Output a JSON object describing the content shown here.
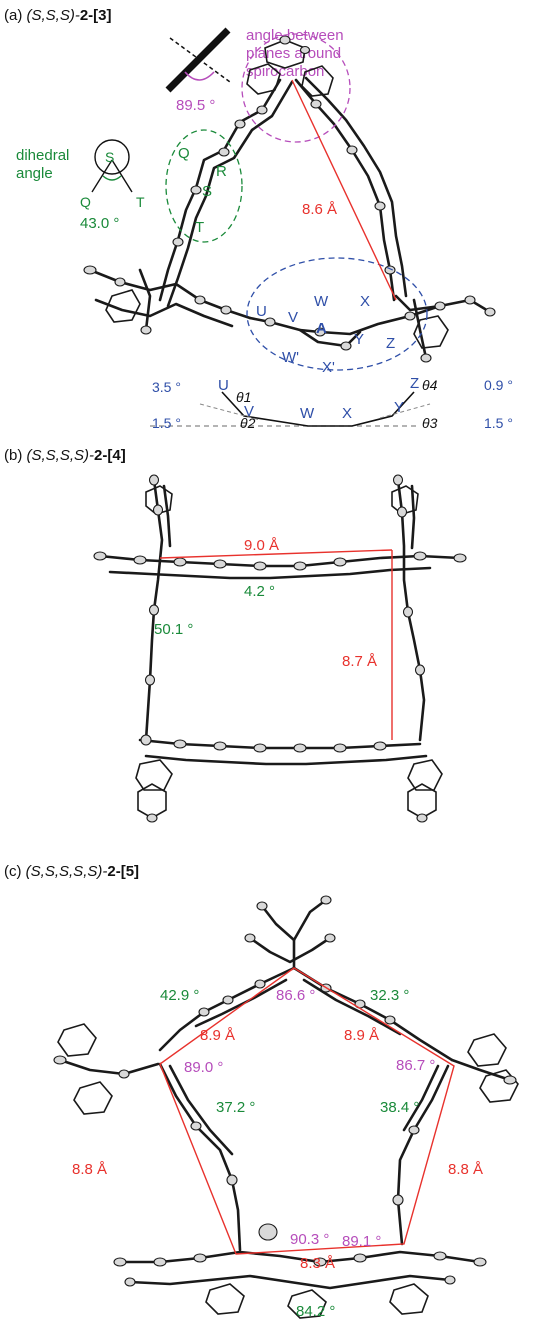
{
  "colors": {
    "red": "#e8322d",
    "green": "#1a8a3a",
    "purple": "#b64dbb",
    "blue": "#2f4fa8",
    "black": "#111111",
    "grey": "#888888"
  },
  "panels": {
    "a": {
      "letter": "(a) ",
      "config": "(S,S,S)-",
      "compound": "2-[3]",
      "spiro_caption": [
        "angle between",
        "planes around",
        "spirocarbon"
      ],
      "spiro_angle": "89.5 °",
      "dihedral_caption": [
        "dihedral",
        "angle"
      ],
      "dihedral_angle": "43.0 °",
      "distance": "8.6 Å",
      "atom_labels": {
        "S_inset": "S",
        "Q_inset": "Q",
        "T_inset": "T",
        "Q": "Q",
        "R": "R",
        "S": "S",
        "T": "T",
        "U": "U",
        "V": "V",
        "W": "W",
        "X": "X",
        "A": "A",
        "Y": "Y",
        "Z": "Z",
        "Wp": "W'",
        "Xp": "X'"
      },
      "theta": {
        "t1": "θ1",
        "t2": "θ2",
        "t3": "θ3",
        "t4": "θ4",
        "v1": "3.5 °",
        "v2": "1.5 °",
        "v3": "1.5 °",
        "v4": "0.9 °",
        "U": "U",
        "V": "V",
        "W": "W",
        "X": "X",
        "Y": "Y",
        "Z": "Z"
      }
    },
    "b": {
      "letter": "(b) ",
      "config": "(S,S,S,S)-",
      "compound": "2-[4]",
      "distance_top": "9.0 Å",
      "distance_right": "8.7 Å",
      "angle_top": "4.2 °",
      "angle_left": "50.1 °"
    },
    "c": {
      "letter": "(c) ",
      "config": "(S,S,S,S,S)-",
      "compound": "2-[5]",
      "green_angles": [
        "42.9 °",
        "32.3 °",
        "37.2 °",
        "38.4 °",
        "84.2 °"
      ],
      "purple_angles": [
        "86.6 °",
        "89.0 °",
        "86.7 °",
        "90.3 °",
        "89.1 °"
      ],
      "distances": [
        "8.9 Å",
        "8.9 Å",
        "8.8 Å",
        "8.8 Å",
        "8.3 Å"
      ]
    }
  }
}
